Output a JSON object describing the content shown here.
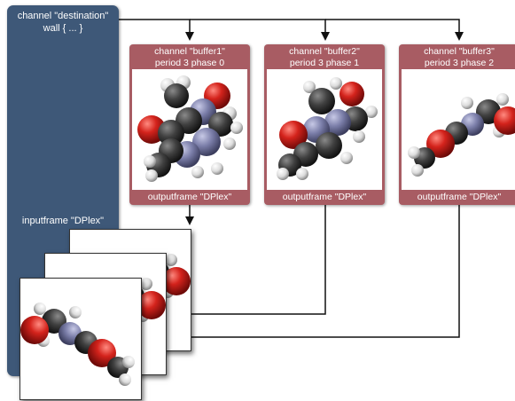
{
  "destination": {
    "title": "channel \"destination\"\nwall { ... }",
    "inputframe_label": "inputframe \"DPlex\""
  },
  "buffers": [
    {
      "channel": "channel \"buffer1\"",
      "period": "period 3 phase 0",
      "outputframe": "outputframe \"DPlex\""
    },
    {
      "channel": "channel \"buffer2\"",
      "period": "period 3 phase 1",
      "outputframe": "outputframe \"DPlex\""
    },
    {
      "channel": "channel \"buffer3\"",
      "period": "period 3 phase 2",
      "outputframe": "outputframe \"DPlex\""
    }
  ],
  "colors": {
    "destination_bg": "#3e5878",
    "buffer_bg": "#a85c63",
    "oxygen": "#c8201b",
    "nitrogen": "#7a7da8",
    "carbon": "#3d3d3d",
    "hydrogen": "#e4e4e4"
  }
}
